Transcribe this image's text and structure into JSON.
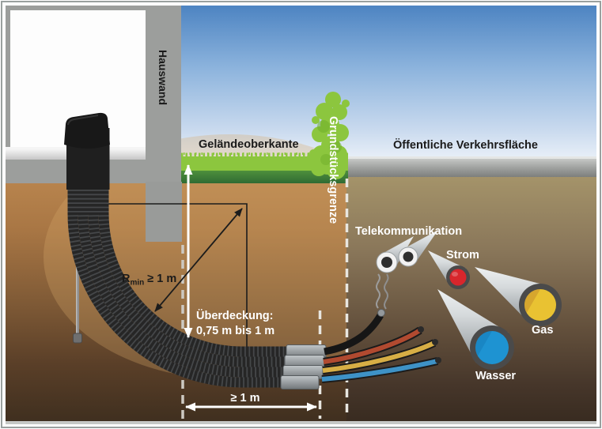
{
  "figure": {
    "areas": {
      "hauswand": "Hauswand",
      "gelaendeoberkante": "Geländeoberkante",
      "grundstuecksgrenze": "Grundstücksgrenze",
      "oeffentliche_verkehrsflaeche": "Öffentliche Verkehrsfläche"
    },
    "utilities": {
      "telekommunikation": "Telekommunikation",
      "strom": "Strom",
      "gas": "Gas",
      "wasser": "Wasser"
    },
    "dimensions": {
      "bend_radius_symbol": "R",
      "bend_radius_subscript": "min",
      "bend_radius_value": " ≥ 1 m",
      "cover_label": "Überdeckung:",
      "cover_value": "0,75 m bis 1 m",
      "trench_width": "≥ 1 m"
    },
    "colors": {
      "sky_top": "#4d84c2",
      "sky_horizon": "#eef3f9",
      "grass_green": "#8cc63e",
      "hedge_green": "#8cc63e",
      "soil_light_brown": "#c08b52",
      "soil_dark_brown": "#3f2f1f",
      "asphalt_gray": "#9b9d9b",
      "wall_gray": "#9c9e9c",
      "conduit_black": "#262626",
      "telecom_white": "#f2f2f2",
      "strom_red": "#d8262c",
      "gas_yellow": "#e9c232",
      "wasser_blue": "#1e93d2"
    }
  }
}
